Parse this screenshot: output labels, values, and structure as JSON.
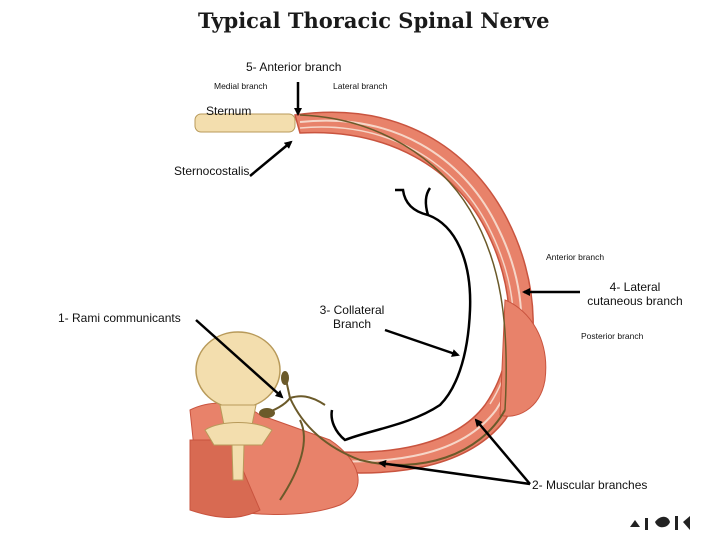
{
  "title": "Typical Thoracic Spinal Nerve",
  "labels": {
    "anterior_branch_5": "5- Anterior branch",
    "medial_branch": "Medial branch",
    "lateral_branch": "Lateral branch",
    "sternum": "Sternum",
    "sternocostalis": "Sternocostalis",
    "anterior_branch": "Anterior branch",
    "lateral_cutaneous_4_line1": "4- Lateral",
    "lateral_cutaneous_4_line2": "cutaneous branch",
    "rami_communicants_1": "1- Rami communicants",
    "collateral_3_line1": "3- Collateral",
    "collateral_3_line2": "Branch",
    "posterior_branch": "Posterior branch",
    "muscular_branches_2": "2- Muscular branches"
  },
  "colors": {
    "muscle": "#e8826a",
    "muscle_dark": "#c9543f",
    "bone": "#f3deae",
    "nerve": "#6b5a2a",
    "arrow": "#000000"
  }
}
